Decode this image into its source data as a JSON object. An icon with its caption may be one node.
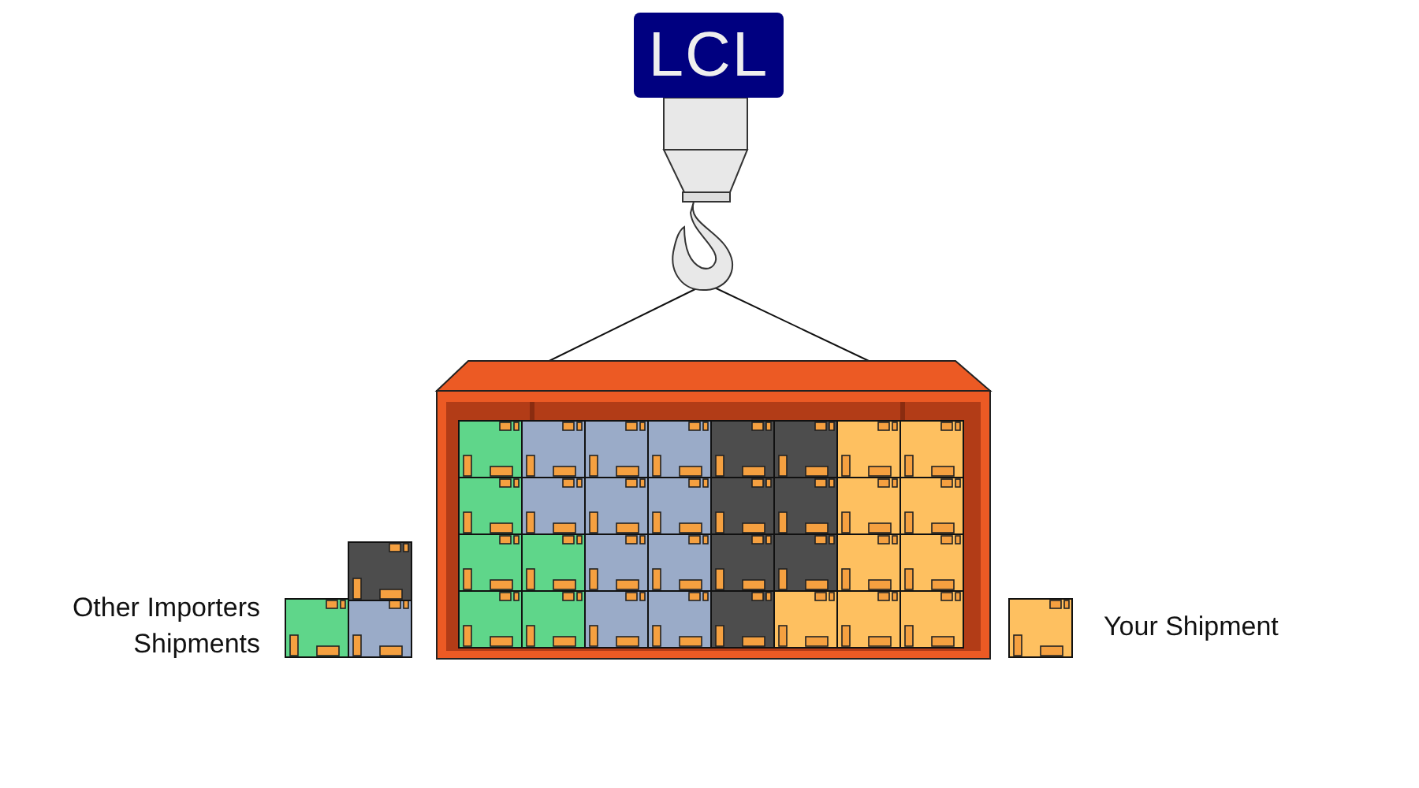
{
  "diagram": {
    "labels": [
      "LCL"
    ],
    "legend": [
      {
        "text": "Other Importers Shipments"
      },
      {
        "text": "Your Shipment"
      }
    ]
  }
}
